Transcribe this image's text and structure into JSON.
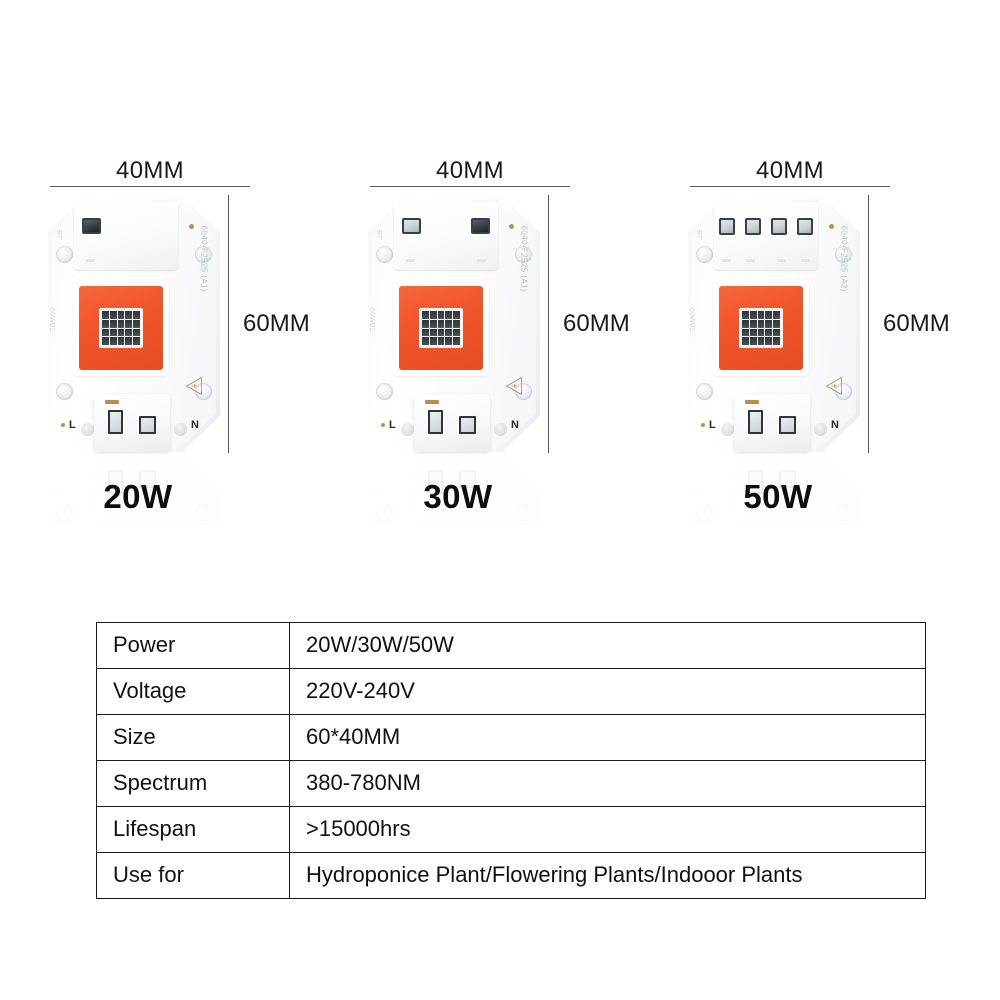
{
  "products": [
    {
      "width_label": "40MM",
      "height_label": "60MM",
      "watt_label": "20W",
      "side_label": "6040-F2525 (A1)",
      "left_label": "60W02",
      "rt_label": "RT",
      "terminal_left": "L",
      "terminal_right": "N",
      "top_components": 1,
      "phosphor_color": "#f1552a"
    },
    {
      "width_label": "40MM",
      "height_label": "60MM",
      "watt_label": "30W",
      "side_label": "6040-F2525 (A1)",
      "left_label": "60W02",
      "rt_label": "RT",
      "terminal_left": "L",
      "terminal_right": "N",
      "top_components": 2,
      "phosphor_color": "#f1552a"
    },
    {
      "width_label": "40MM",
      "height_label": "60MM",
      "watt_label": "50W",
      "side_label": "6040-F2525 (A2)",
      "left_label": "60W02",
      "rt_label": "RT",
      "terminal_left": "L",
      "terminal_right": "N",
      "top_components": 4,
      "phosphor_color": "#f1552a"
    }
  ],
  "spec_table": {
    "rows": [
      {
        "key": "Power",
        "value": "20W/30W/50W"
      },
      {
        "key": "Voltage",
        "value": "220V-240V"
      },
      {
        "key": "Size",
        "value": "60*40MM"
      },
      {
        "key": "Spectrum",
        "value": "380-780NM"
      },
      {
        "key": "Lifespan",
        "value": ">15000hrs"
      },
      {
        "key": "Use for",
        "value": "Hydroponice Plant/Flowering Plants/Indooor Plants"
      }
    ]
  },
  "colors": {
    "phosphor": "#f1552a",
    "board": "#f7f9fa",
    "text": "#111111",
    "rule": "#5a5a5a"
  }
}
